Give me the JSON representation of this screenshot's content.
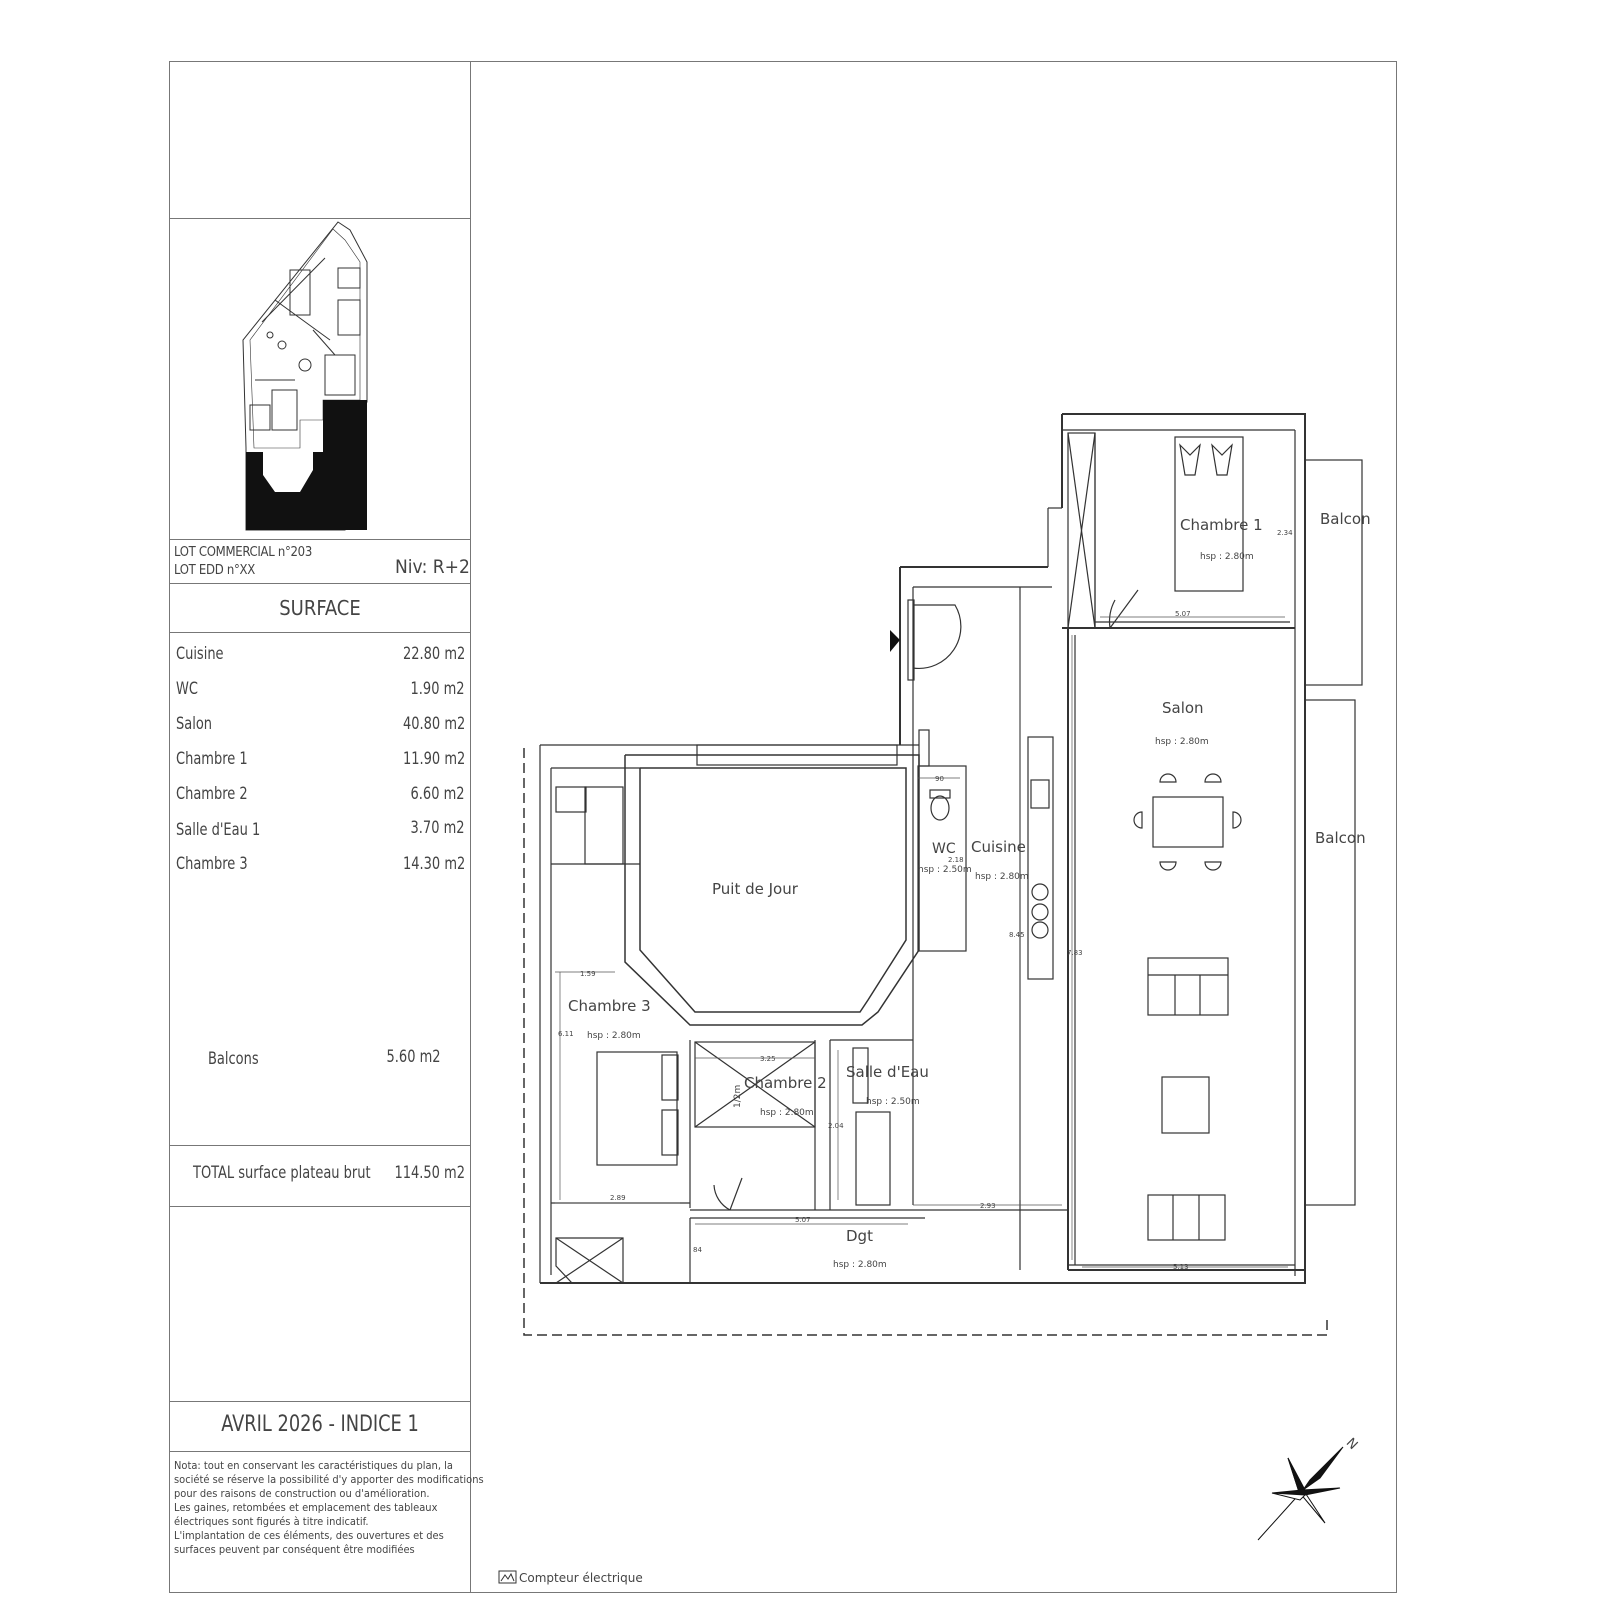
{
  "lot": {
    "commercial": "LOT COMMERCIAL n°203",
    "edd": "LOT EDD n°XX",
    "level": "Niv: R+2"
  },
  "surface": {
    "title": "SURFACE",
    "rows": [
      {
        "room": "Cuisine",
        "area": "22.80 m2"
      },
      {
        "room": "WC",
        "area": "1.90 m2"
      },
      {
        "room": "Salon",
        "area": "40.80 m2"
      },
      {
        "room": "Chambre 1",
        "area": "11.90 m2"
      },
      {
        "room": "Chambre 2",
        "area": "6.60 m2"
      },
      {
        "room": "Salle d'Eau 1",
        "area": "3.70 m2"
      },
      {
        "room": "Chambre 3",
        "area": "14.30 m2"
      }
    ],
    "balcons": {
      "room": "Balcons",
      "area": "5.60 m2"
    },
    "total": {
      "label": "TOTAL surface plateau brut",
      "area": "114.50 m2"
    }
  },
  "date_line": "AVRIL 2026 - INDICE 1",
  "note": [
    "Nota: tout en conservant les caractéristiques du plan, la",
    "société se réserve la possibilité d'y apporter des modifications",
    "pour des raisons de construction ou d'amélioration.",
    "Les gaines, retombées et emplacement des tableaux",
    "électriques sont figurés à titre indicatif.",
    "L'implantation de ces éléments, des ouvertures et des",
    "surfaces peuvent par conséquent être modifiées"
  ],
  "plan": {
    "rooms": {
      "chambre1": {
        "name": "Chambre 1",
        "hsp": "hsp : 2.80m"
      },
      "salon": {
        "name": "Salon",
        "hsp": "hsp : 2.80m"
      },
      "cuisine": {
        "name": "Cuisine",
        "hsp": "hsp : 2.80m"
      },
      "wc": {
        "name": "WC",
        "hsp": "hsp : 2.50m"
      },
      "puit": {
        "name": "Puit de Jour"
      },
      "chambre3": {
        "name": "Chambre 3",
        "hsp": "hsp : 2.80m"
      },
      "chambre2": {
        "name": "Chambre 2",
        "hsp": "hsp : 2.80m"
      },
      "salle_eau": {
        "name": "Salle d'Eau",
        "hsp": "hsp : 2.50m"
      },
      "dgt": {
        "name": "Dgt",
        "hsp": "hsp : 2.80m"
      },
      "balcon_top": {
        "name": "Balcon"
      },
      "balcon_mid": {
        "name": "Balcon"
      }
    },
    "dimensions": {
      "d_507_top": "5.07",
      "d_234": "2.34",
      "d_783": "7.83",
      "d_845": "8.45",
      "d_90": "90",
      "d_218": "2.18",
      "d_159": "1.59",
      "d_611": "6.11",
      "d_325": "3.25",
      "d_289": "2.89",
      "d_507_bottom": "5.07",
      "d_293": "2.93",
      "d_204": "2.04",
      "d_84": "84",
      "d_513": "5.13",
      "d_half": "1/2m"
    },
    "legend": "Compteur électrique",
    "north": "N"
  }
}
